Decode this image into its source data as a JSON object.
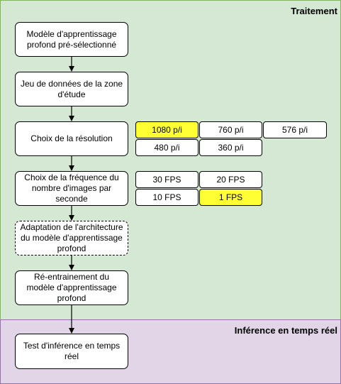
{
  "lanes": {
    "processing": "Traitement",
    "inference": "Inférence en temps réel"
  },
  "steps": {
    "model": "Modèle d'apprentissage profond pré-sélectionné",
    "dataset": "Jeu de données de la zone d'étude",
    "resolution": "Choix de la résolution",
    "fps": "Choix de la fréquence du nombre d'images par seconde",
    "architecture": "Adaptation de l'architecture du modèle d'apprentissage profond",
    "retraining": "Ré-entrainement du modèle d'apprentissage profond",
    "test": "Test d'inférence en temps réel"
  },
  "resolution_options": [
    {
      "label": "1080 p/i",
      "selected": true
    },
    {
      "label": "760 p/i",
      "selected": false
    },
    {
      "label": "576 p/i",
      "selected": false
    },
    {
      "label": "480 p/i",
      "selected": false
    },
    {
      "label": "360 p/i",
      "selected": false
    }
  ],
  "fps_options": [
    {
      "label": "30 FPS",
      "selected": false
    },
    {
      "label": "20 FPS",
      "selected": false
    },
    {
      "label": "10 FPS",
      "selected": false
    },
    {
      "label": "1 FPS",
      "selected": true
    }
  ],
  "colors": {
    "processing_fill": "#d5e8d4",
    "processing_border": "#82b366",
    "inference_fill": "#e1d5e7",
    "inference_border": "#9673a6",
    "selected_fill": "#ffff33"
  }
}
